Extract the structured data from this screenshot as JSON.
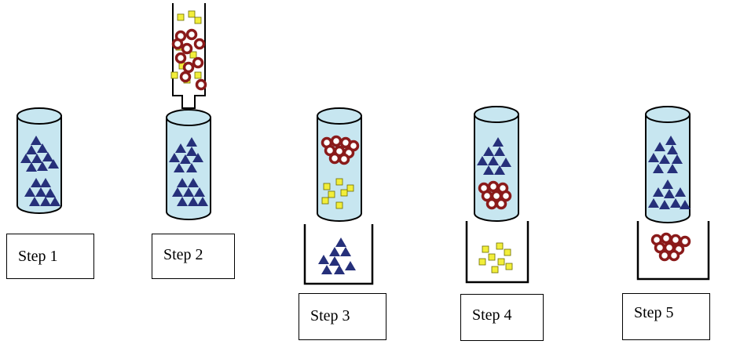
{
  "steps": [
    {
      "label": "Step 1",
      "contents": [
        "triangles-upper",
        "triangles-lower"
      ],
      "beaker": []
    },
    {
      "label": "Step 2",
      "contents": [
        "triangles-upper",
        "triangles-lower"
      ],
      "beaker": [],
      "feed_funnel": [
        "squares",
        "circles"
      ]
    },
    {
      "label": "Step 3",
      "contents": [
        "circles",
        "squares"
      ],
      "beaker": [
        "triangles"
      ]
    },
    {
      "label": "Step 4",
      "contents": [
        "triangles",
        "circles"
      ],
      "beaker": [
        "squares"
      ]
    },
    {
      "label": "Step 5",
      "contents": [
        "triangles-upper",
        "triangles-lower"
      ],
      "beaker": [
        "circles"
      ]
    }
  ],
  "colors": {
    "liquid": "#c7e6f0",
    "triangle": "#26307a",
    "circle": "#8a1a1a",
    "square": "#f2ee3a",
    "outline": "#000000"
  },
  "icons": [
    "triangle-particle-icon",
    "circle-particle-icon",
    "square-particle-icon"
  ]
}
